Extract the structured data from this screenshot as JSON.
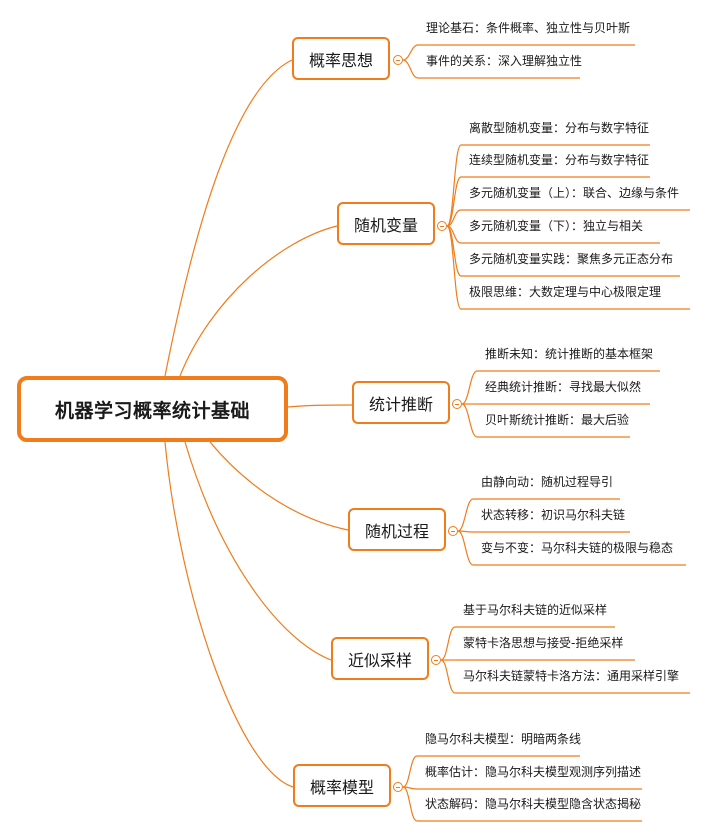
{
  "root": {
    "label": "机器学习概率统计基础"
  },
  "branches": [
    {
      "label": "概率思想",
      "leaves": [
        "理论基石：条件概率、独立性与贝叶斯",
        "事件的关系：深入理解独立性"
      ]
    },
    {
      "label": "随机变量",
      "leaves": [
        "离散型随机变量：分布与数字特征",
        "连续型随机变量：分布与数字特征",
        "多元随机变量（上）：联合、边缘与条件",
        "多元随机变量（下）：独立与相关",
        "多元随机变量实践：聚焦多元正态分布",
        "极限思维：大数定理与中心极限定理"
      ]
    },
    {
      "label": "统计推断",
      "leaves": [
        "推断未知：统计推断的基本框架",
        "经典统计推断：寻找最大似然",
        "贝叶斯统计推断：最大后验"
      ]
    },
    {
      "label": "随机过程",
      "leaves": [
        "由静向动：随机过程导引",
        "状态转移：初识马尔科夫链",
        "变与不变：马尔科夫链的极限与稳态"
      ]
    },
    {
      "label": "近似采样",
      "leaves": [
        "基于马尔科夫链的近似采样",
        "蒙特卡洛思想与接受-拒绝采样",
        "马尔科夫链蒙特卡洛方法：通用采样引擎"
      ]
    },
    {
      "label": "概率模型",
      "leaves": [
        "隐马尔科夫模型：明暗两条线",
        "概率估计：隐马尔科夫模型观测序列描述",
        "状态解码：隐马尔科夫模型隐含状态揭秘"
      ]
    }
  ],
  "colors": {
    "accent": "#f07c1b",
    "text": "#1a1a1a",
    "background": "#ffffff"
  }
}
